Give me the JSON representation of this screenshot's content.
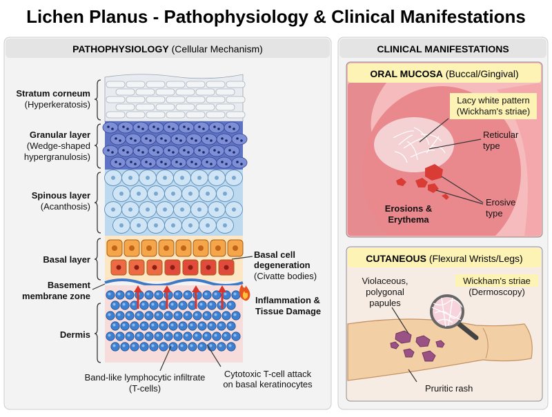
{
  "title": "Lichen Planus - Pathophysiology & Clinical Manifestations",
  "patho": {
    "header_bold": "PATHOPHYSIOLOGY",
    "header_rest": "(Cellular Mechanism)",
    "layers": {
      "corneum_name": "Stratum corneum",
      "corneum_desc": "(Hyperkeratosis)",
      "granular_name": "Granular layer",
      "granular_desc1": "(Wedge-shaped",
      "granular_desc2": "hypergranulosis)",
      "spinous_name": "Spinous layer",
      "spinous_desc": "(Acanthosis)",
      "basal_name": "Basal layer",
      "bmz_line1": "Basement",
      "bmz_line2": "membrane zone",
      "dermis_name": "Dermis"
    },
    "basal_degen1": "Basal cell",
    "basal_degen2": "degeneration",
    "basal_degen3": "(Civatte bodies)",
    "inflam1": "Inflammation &",
    "inflam2": "Tissue Damage",
    "infiltrate1": "Band-like lymphocytic infiltrate",
    "infiltrate2": "(T-cells)",
    "cytotoxic1": "Cytotoxic T-cell attack",
    "cytotoxic2": "on basal keratinocytes"
  },
  "clinical": {
    "header": "CLINICAL MANIFESTATIONS",
    "oral": {
      "header_bold": "ORAL MUCOSA",
      "header_rest": "(Buccal/Gingival)",
      "lacy1": "Lacy white pattern",
      "lacy2": "(Wickham's striae)",
      "reticular1": "Reticular",
      "reticular2": "type",
      "erosions1": "Erosions &",
      "erosions2": "Erythema",
      "erosive1": "Erosive",
      "erosive2": "type"
    },
    "cutaneous": {
      "header_bold": "CUTANEOUS",
      "header_rest": "(Flexural Wrists/Legs)",
      "violaceous1": "Violaceous,",
      "violaceous2": "polygonal",
      "violaceous3": "papules",
      "wickham1": "Wickham's striae",
      "wickham2": "(Dermoscopy)",
      "pruritic": "Pruritic rash"
    }
  },
  "colors": {
    "corneum": "#e8ecf0",
    "granular": "#5f73c4",
    "spinous": "#bcd9ef",
    "basal": "#f5a54a",
    "dermis_cell": "#3d7fd0",
    "arrow": "#d9342b",
    "mucosa": "#e88a8f",
    "highlight": "#fdf3b5",
    "skin": "#f3cfa5",
    "papule": "#9a5285"
  }
}
